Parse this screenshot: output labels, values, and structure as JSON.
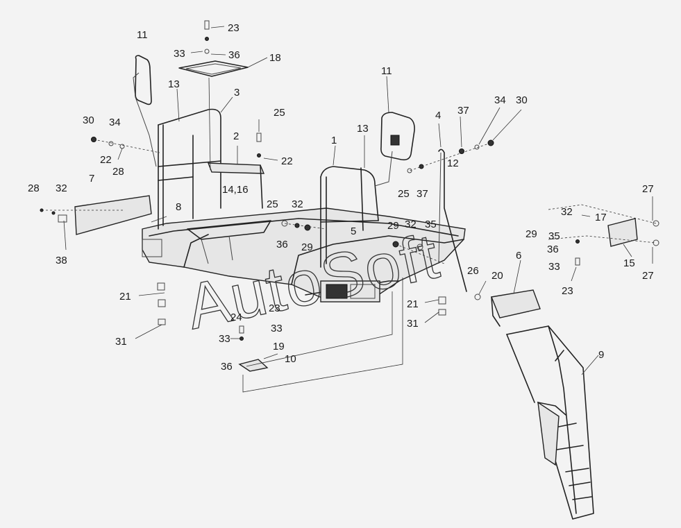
{
  "callouts": [
    {
      "id": "c11a",
      "text": "11"
    },
    {
      "id": "c23a",
      "text": "23"
    },
    {
      "id": "c33a",
      "text": "33"
    },
    {
      "id": "c36a",
      "text": "36"
    },
    {
      "id": "c18",
      "text": "18"
    },
    {
      "id": "c13a",
      "text": "13"
    },
    {
      "id": "c3",
      "text": "3"
    },
    {
      "id": "c30a",
      "text": "30"
    },
    {
      "id": "c34a",
      "text": "34"
    },
    {
      "id": "c25a",
      "text": "25"
    },
    {
      "id": "c2",
      "text": "2"
    },
    {
      "id": "c22a",
      "text": "22"
    },
    {
      "id": "c22b",
      "text": "22"
    },
    {
      "id": "c28a",
      "text": "28"
    },
    {
      "id": "c7",
      "text": "7"
    },
    {
      "id": "c28b",
      "text": "28"
    },
    {
      "id": "c32a",
      "text": "32"
    },
    {
      "id": "c1416",
      "text": "14,16"
    },
    {
      "id": "c25b",
      "text": "25"
    },
    {
      "id": "c8",
      "text": "8"
    },
    {
      "id": "c38",
      "text": "38"
    },
    {
      "id": "c32b",
      "text": "32"
    },
    {
      "id": "c36b",
      "text": "36"
    },
    {
      "id": "c29a",
      "text": "29"
    },
    {
      "id": "c11b",
      "text": "11"
    },
    {
      "id": "c13b",
      "text": "13"
    },
    {
      "id": "c1",
      "text": "1"
    },
    {
      "id": "c4",
      "text": "4"
    },
    {
      "id": "c37a",
      "text": "37"
    },
    {
      "id": "c34b",
      "text": "34"
    },
    {
      "id": "c30b",
      "text": "30"
    },
    {
      "id": "c12",
      "text": "12"
    },
    {
      "id": "c25c",
      "text": "25"
    },
    {
      "id": "c37b",
      "text": "37"
    },
    {
      "id": "c5",
      "text": "5"
    },
    {
      "id": "c29b",
      "text": "29"
    },
    {
      "id": "c32c",
      "text": "32"
    },
    {
      "id": "c35a",
      "text": "35"
    },
    {
      "id": "c26",
      "text": "26"
    },
    {
      "id": "c20",
      "text": "20"
    },
    {
      "id": "c6",
      "text": "6"
    },
    {
      "id": "c21a",
      "text": "21"
    },
    {
      "id": "c31a",
      "text": "31"
    },
    {
      "id": "c24",
      "text": "24"
    },
    {
      "id": "c23b",
      "text": "23"
    },
    {
      "id": "c33b",
      "text": "33"
    },
    {
      "id": "c33c",
      "text": "33"
    },
    {
      "id": "c19",
      "text": "19"
    },
    {
      "id": "c36c",
      "text": "36"
    },
    {
      "id": "c10",
      "text": "10"
    },
    {
      "id": "c21b",
      "text": "21"
    },
    {
      "id": "c31b",
      "text": "31"
    },
    {
      "id": "c9",
      "text": "9"
    },
    {
      "id": "c27a",
      "text": "27"
    },
    {
      "id": "c32d",
      "text": "32"
    },
    {
      "id": "c17",
      "text": "17"
    },
    {
      "id": "c29c",
      "text": "29"
    },
    {
      "id": "c35b",
      "text": "35"
    },
    {
      "id": "c36d",
      "text": "36"
    },
    {
      "id": "c33d",
      "text": "33"
    },
    {
      "id": "c15",
      "text": "15"
    },
    {
      "id": "c23c",
      "text": "23"
    },
    {
      "id": "c27b",
      "text": "27"
    }
  ],
  "watermark": "AutoSoft"
}
